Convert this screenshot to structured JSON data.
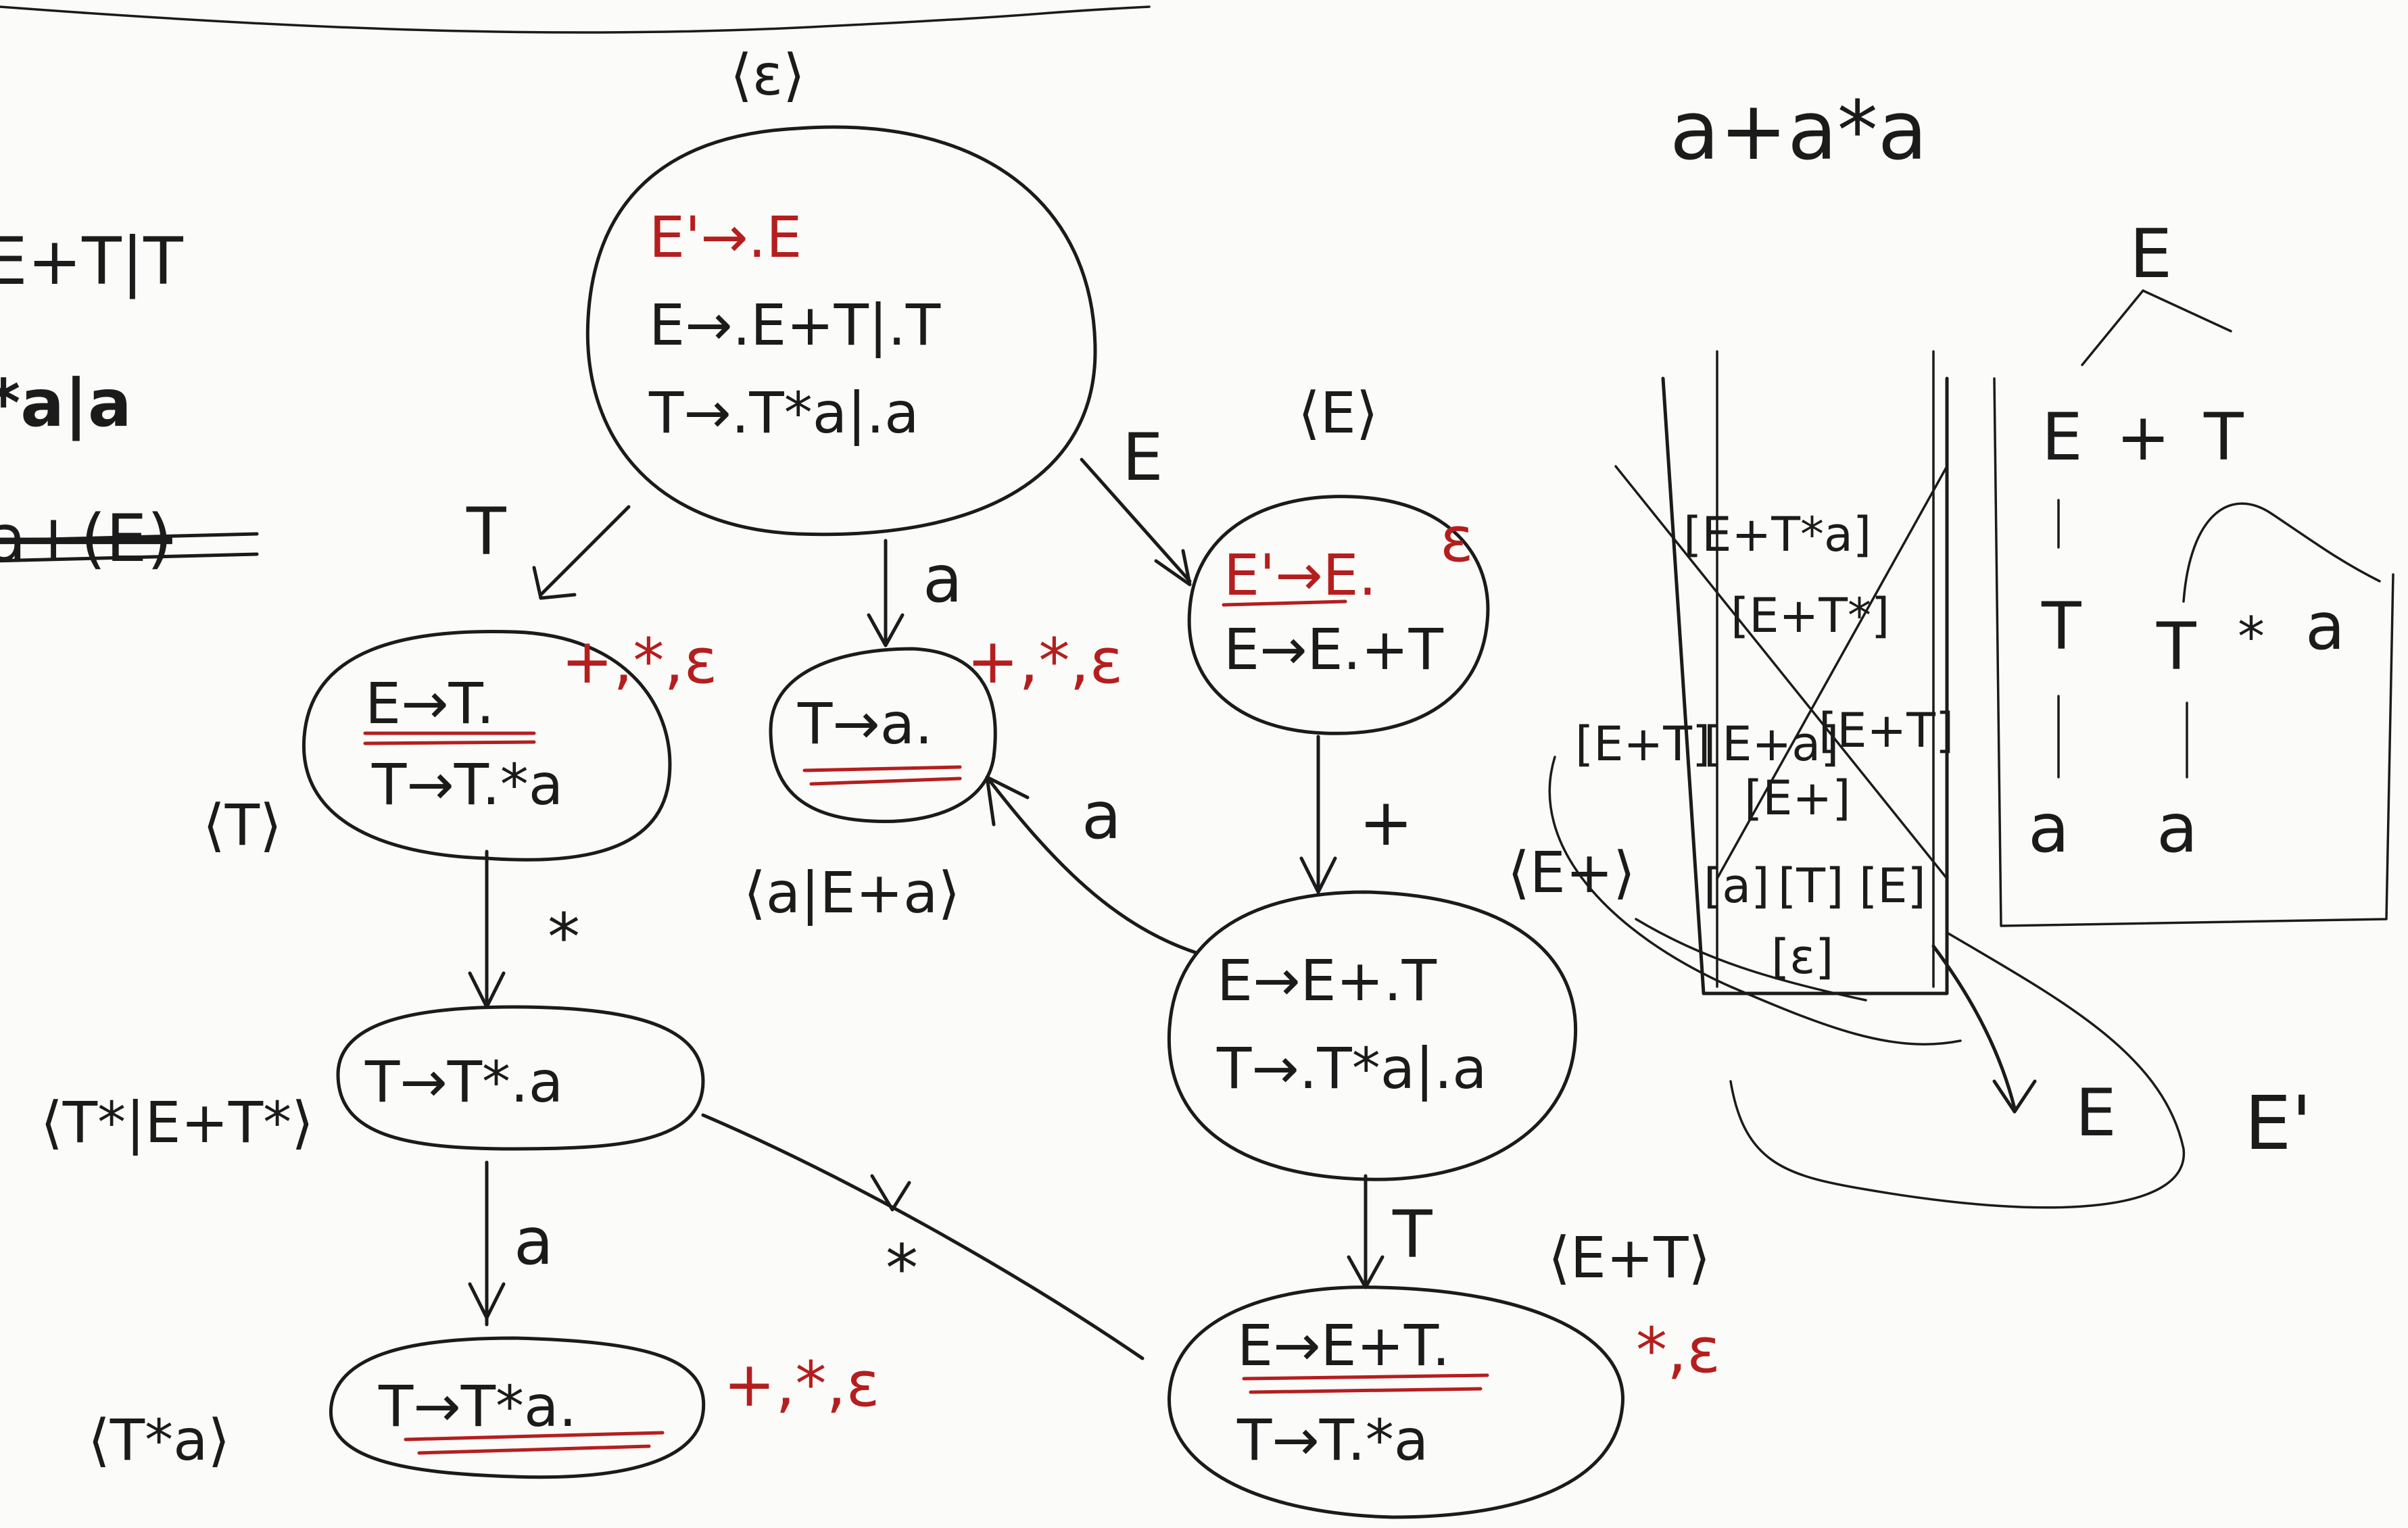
{
  "colors": {
    "ink": "#1b1b1b",
    "lookahead": "#b51e1e",
    "paper": "#fbfbf9"
  },
  "grammar": {
    "line1": "E+T|T",
    "line2": "*a|a",
    "line3": "a+(E)"
  },
  "input_string": "a+a*a",
  "states": {
    "s0": {
      "prefix": "⟨ε⟩",
      "items": [
        "E'→.E",
        "E→.E+T|.T",
        "T→.T*a|.a"
      ]
    },
    "s1": {
      "prefix": "⟨T⟩",
      "items": [
        "E→T.",
        "T→T.*a"
      ],
      "lookahead": "+,*,ε"
    },
    "s2": {
      "prefix": "⟨a|E+a⟩",
      "items": [
        "T→a."
      ],
      "lookahead": "+,*,ε"
    },
    "s3": {
      "prefix": "⟨E⟩",
      "items": [
        "E'→E.",
        "E→E.+T"
      ],
      "lookahead": "ε"
    },
    "s4": {
      "prefix": "⟨T*|E+T*⟩",
      "items": [
        "T→T*.a"
      ]
    },
    "s5": {
      "prefix": "⟨E+⟩",
      "items": [
        "E→E+.T",
        "T→.T*a|.a"
      ]
    },
    "s6": {
      "prefix": "⟨T*a⟩",
      "items": [
        "T→T*a."
      ],
      "lookahead": "+,*,ε"
    },
    "s7": {
      "prefix": "⟨E+T⟩",
      "items": [
        "E→E+T.",
        "T→T.*a"
      ],
      "lookahead": "*,ε"
    }
  },
  "transitions": {
    "t_s0_s1": "T",
    "t_s0_s2": "a",
    "t_s0_s3": "E",
    "t_s1_s4": "*",
    "t_s3_s5": "+",
    "t_s5_s2": "a",
    "t_s4_s6": "a",
    "t_s5_s7": "T",
    "t_s7_s4": "*"
  },
  "stack": {
    "items": [
      "[E+T*a]",
      "[E+T*]",
      "[E+T]",
      "[E+a]",
      "[E+T]",
      "[E+]",
      "[a]",
      "[T]",
      "[E]",
      "[ε]"
    ],
    "goal": "E",
    "goal_prime": "E'"
  },
  "parse_tree": {
    "root": "E",
    "level1": [
      "E",
      "+",
      "T"
    ],
    "level2": [
      "T",
      "T",
      "*",
      "a"
    ],
    "level3": [
      "a",
      "a"
    ]
  }
}
